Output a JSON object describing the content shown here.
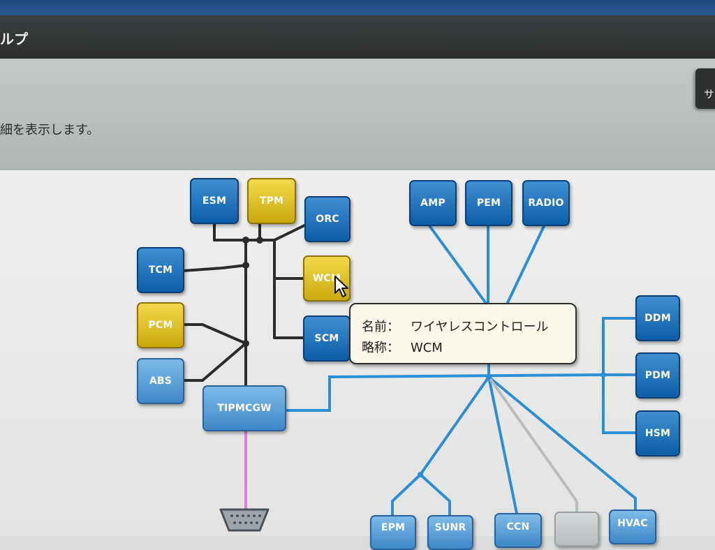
{
  "window": {
    "title": "ルプ",
    "description": "細を表示します。",
    "side_button_label": "サ"
  },
  "nodes": [
    {
      "id": "ESM",
      "label": "ESM"
    },
    {
      "id": "TPM",
      "label": "TPM"
    },
    {
      "id": "ORC",
      "label": "ORC"
    },
    {
      "id": "TCM",
      "label": "TCM"
    },
    {
      "id": "WCM",
      "label": "WCM"
    },
    {
      "id": "PCM",
      "label": "PCM"
    },
    {
      "id": "SCM",
      "label": "SCM"
    },
    {
      "id": "ABS",
      "label": "ABS"
    },
    {
      "id": "TIPMCGW",
      "label": "TIPMCGW"
    },
    {
      "id": "AMP",
      "label": "AMP"
    },
    {
      "id": "PEM",
      "label": "PEM"
    },
    {
      "id": "RADIO",
      "label": "RADIO"
    },
    {
      "id": "DDM",
      "label": "DDM"
    },
    {
      "id": "PDM",
      "label": "PDM"
    },
    {
      "id": "HSM",
      "label": "HSM"
    },
    {
      "id": "EPM",
      "label": "EPM"
    },
    {
      "id": "SUNR",
      "label": "SUNR"
    },
    {
      "id": "CCN",
      "label": "CCN"
    },
    {
      "id": "HVAC",
      "label": "HVAC"
    }
  ],
  "tooltip": {
    "name_label": "名前：",
    "name_value": "ワイヤレスコントロール",
    "abbr_label": "略称：",
    "abbr_value": "WCM"
  },
  "colors": {
    "node_blue": "#0d5ea8",
    "node_yellow": "#e0c320",
    "bus_dark": "#2b2b2b",
    "bus_blue": "#2a8fd6",
    "bus_grey": "#b9bcbe",
    "diag_link": "#e27be0"
  },
  "icons": {
    "connector": "obd-connector-icon",
    "cursor": "mouse-pointer-icon"
  }
}
